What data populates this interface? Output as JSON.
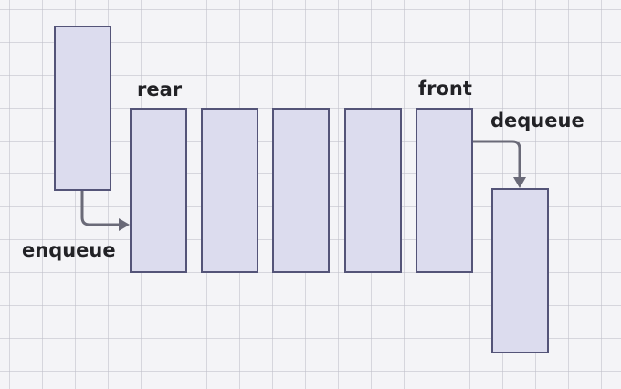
{
  "labels": {
    "rear": "rear",
    "front": "front",
    "enqueue": "enqueue",
    "dequeue": "dequeue"
  },
  "queue": {
    "slot_count": 5
  },
  "colors": {
    "box_fill": "#dcdcee",
    "box_border": "#545478",
    "arrow": "#6a6a78",
    "text": "#222226",
    "background": "#f4f4f7"
  }
}
